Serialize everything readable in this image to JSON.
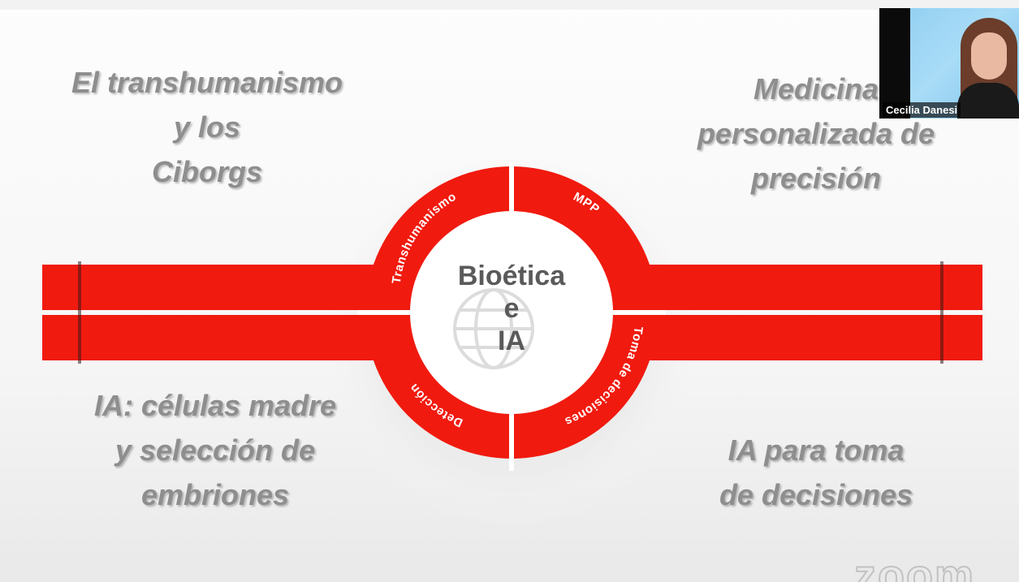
{
  "slide": {
    "top_left": [
      "El transhumanismo",
      "y los",
      "Ciborgs"
    ],
    "top_right": [
      "Medicina",
      "personalizada de",
      "precisión"
    ],
    "bottom_left": [
      "IA: células madre",
      "y selección de",
      "embriones"
    ],
    "bottom_right": [
      "IA para toma",
      "de decisiones"
    ],
    "wheel_labels": {
      "top_left": "Transhumanismo",
      "top_right": "MPP",
      "bottom_right": "Toma de decisiones",
      "bottom_left": "Detección"
    },
    "center": [
      "Bioética",
      "e",
      "IA"
    ],
    "center_icon": "globe-icon",
    "colors": {
      "accent": "#f11a0f",
      "text_gray": "#8e8e8e",
      "center_gray": "#5a5a5a"
    }
  },
  "participant": {
    "name": "Cecilia Danesi"
  },
  "watermark": "zoom"
}
